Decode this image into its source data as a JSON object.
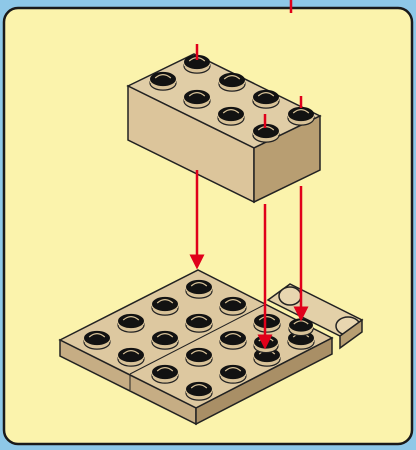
{
  "panel": {
    "background_color": "#fbf3ac",
    "border_color": "#1a1a1a",
    "outer_background_color": "#8ec8e8"
  },
  "illustration": {
    "brick_color": "#d9c39a",
    "plate_color": "#d9c39a",
    "stud_top_color": "#111111",
    "arrow_color": "#e0001a",
    "parts": [
      {
        "name": "brick-2x4",
        "studs": 8
      },
      {
        "name": "plate-4x4",
        "studs": 16
      },
      {
        "name": "hinge-plate",
        "studs": 2
      }
    ]
  }
}
